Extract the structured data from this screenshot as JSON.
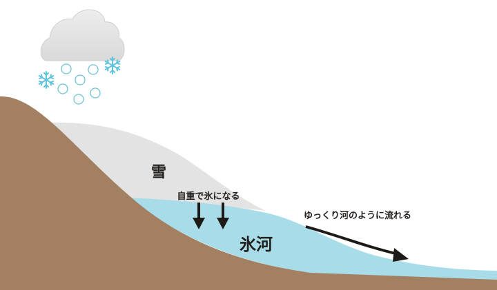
{
  "labels": {
    "snow": "雪",
    "compress": "自重で氷になる",
    "glacier": "氷河",
    "flow": "ゆっくり河のように流れる"
  },
  "colors": {
    "ground": "#a38062",
    "snow": "#e3e3e3",
    "ice": "#a8dce8",
    "cloud": "#e2e2e2",
    "snowflake": "#5fc3dc",
    "arrow": "#1e1a18"
  },
  "icons": [
    "cloud-icon",
    "snowflake-icon",
    "snowball-icon",
    "down-arrow-icon",
    "curved-arrow-icon"
  ]
}
